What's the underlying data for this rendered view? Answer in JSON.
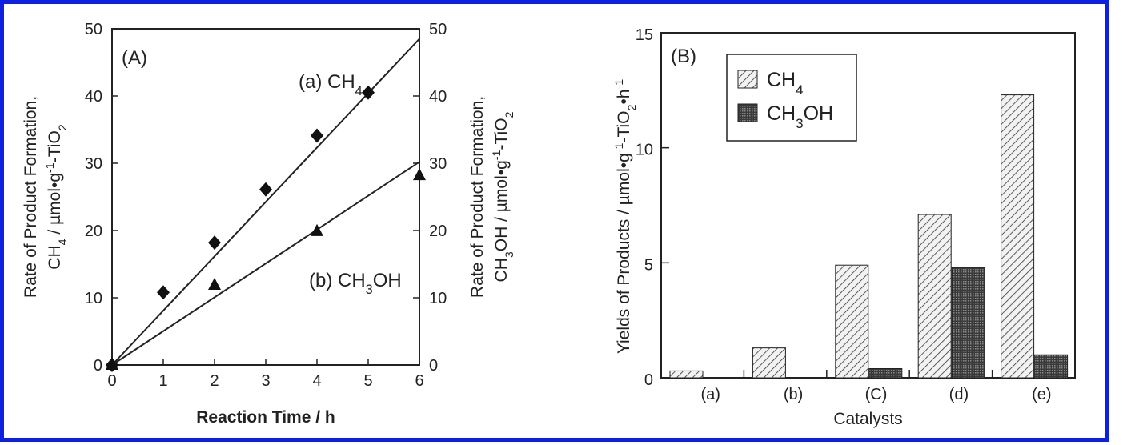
{
  "chart_data": [
    {
      "panel": "(A)",
      "type": "scatter",
      "xlabel": "Reaction Time  / h",
      "ylabel": "Rate of Product Formation, CH4 / µmol•g-1-TiO2",
      "ylabel_right": "Rate of Product Formation, CH3OH / µmol•g-1-TiO2",
      "xlim": [
        0,
        6
      ],
      "ylim": [
        0,
        50
      ],
      "xticks": [
        0,
        1,
        2,
        3,
        4,
        5,
        6
      ],
      "yticks": [
        0,
        10,
        20,
        30,
        40,
        50
      ],
      "series": [
        {
          "name": "(a) CH4",
          "marker": "diamond",
          "x": [
            0,
            1,
            2,
            3,
            4,
            5
          ],
          "y": [
            0,
            10.8,
            18.2,
            26.1,
            34.1,
            40.5
          ],
          "fit": [
            [
              0,
              0
            ],
            [
              6,
              48.5
            ]
          ]
        },
        {
          "name": "(b) CH3OH",
          "marker": "triangle",
          "x": [
            0,
            2,
            4,
            6
          ],
          "y": [
            0,
            11.9,
            19.9,
            28.2
          ],
          "fit": [
            [
              0,
              0
            ],
            [
              6,
              30.2
            ]
          ]
        }
      ]
    },
    {
      "panel": "(B)",
      "type": "bar",
      "xlabel": "Catalysts",
      "ylabel": "Yields of Products / µmol•g-1-TiO2•h-1",
      "categories": [
        "(a)",
        "(b)",
        "(C)",
        "(d)",
        "(e)"
      ],
      "ylim": [
        0,
        15
      ],
      "yticks": [
        0,
        5,
        10,
        15
      ],
      "series": [
        {
          "name": "CH4",
          "pattern": "hatched",
          "values": [
            0.3,
            1.3,
            4.9,
            7.1,
            12.3
          ]
        },
        {
          "name": "CH3OH",
          "pattern": "dark-dotted",
          "values": [
            0,
            0,
            0.4,
            4.8,
            1.0
          ]
        }
      ],
      "legend": "top-left"
    }
  ],
  "colors": {
    "frame": "#0d1fe0",
    "ink": "#222222"
  }
}
